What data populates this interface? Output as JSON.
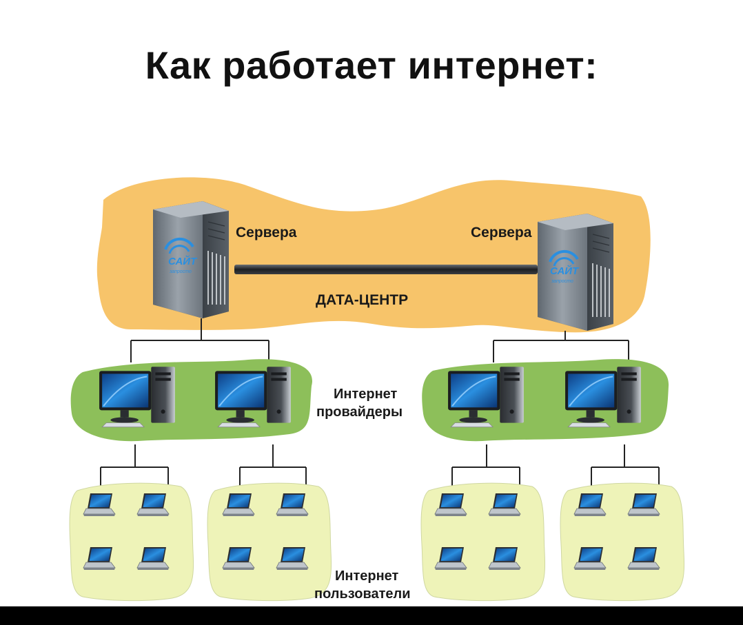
{
  "title": "Как работает интернет:",
  "datacenter": {
    "label": "ДАТА-ЦЕНТР",
    "server_left_label": "Сервера",
    "server_right_label": "Сервера",
    "server_logo_main": "САЙТ",
    "server_logo_sub": "запросто"
  },
  "providers": {
    "label_line1": "Интернет",
    "label_line2": "провайдеры"
  },
  "users": {
    "label_line1": "Интернет",
    "label_line2": "пользователи"
  },
  "colors": {
    "datacenter_blob": "#F7C46A",
    "provider_blob": "#8DBF5A",
    "user_blob": "#EEF3B8",
    "server_body": "#7E8790",
    "screen_blue": "#1F73C9",
    "wire": "#222222"
  }
}
